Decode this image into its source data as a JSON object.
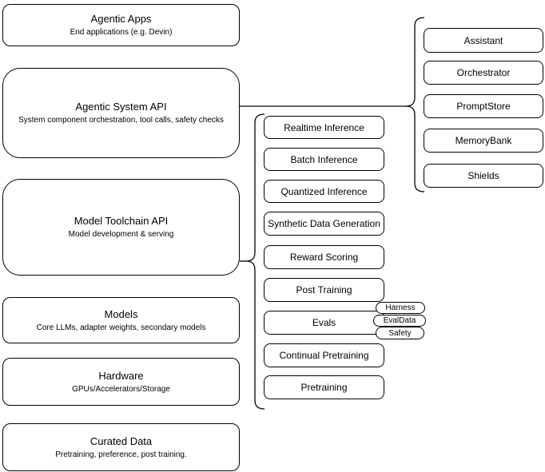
{
  "diagram": {
    "colors": {
      "border": "#000000",
      "background": "#ffffff",
      "text": "#000000"
    },
    "layers": [
      {
        "title": "Agentic Apps",
        "subtitle": "End applications (e.g. Devin)"
      },
      {
        "title": "Agentic System API",
        "subtitle": "System component orchestration, tool calls, safety checks"
      },
      {
        "title": "Model Toolchain API",
        "subtitle": "Model development & serving"
      },
      {
        "title": "Models",
        "subtitle": "Core LLMs, adapter weights, secondary models"
      },
      {
        "title": "Hardware",
        "subtitle": "GPUs/Accelerators/Storage"
      },
      {
        "title": "Curated Data",
        "subtitle": "Pretraining, preference, post training."
      }
    ],
    "toolchain_capabilities": [
      "Realtime Inference",
      "Batch Inference",
      "Quantized Inference",
      "Synthetic Data Generation",
      "Reward Scoring",
      "Post Training",
      "Evals",
      "Continual Pretraining",
      "Pretraining"
    ],
    "evals_tags": [
      "Harness",
      "EvalData",
      "Safety"
    ],
    "system_components": [
      "Assistant",
      "Orchestrator",
      "PromptStore",
      "MemoryBank",
      "Shields"
    ]
  }
}
